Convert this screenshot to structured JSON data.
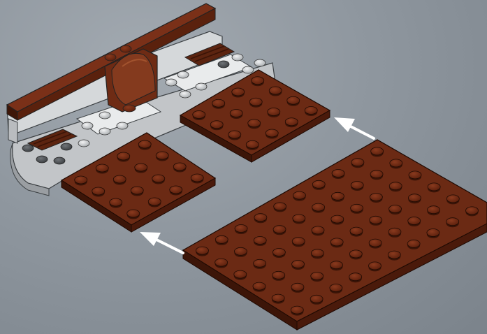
{
  "scene": {
    "kind": "building-instruction-step",
    "background_color": "#8f979f",
    "colors": {
      "brown_plate": "#6b2a14",
      "brown_plate_side": "#4a1a0b",
      "stud_top": "#7a321a",
      "light_gray": "#c9ccce",
      "white": "#e6e8ea",
      "dark_tile": "#5c2410",
      "arrow": "#ffffff"
    },
    "parts": [
      {
        "name": "wall-brick",
        "color": "dark-brown"
      },
      {
        "name": "arch-element",
        "color": "brown"
      },
      {
        "name": "base-assembly",
        "color": "light-gray"
      },
      {
        "name": "plate-left-4x4",
        "color": "brown"
      },
      {
        "name": "plate-right-4x4",
        "color": "brown"
      },
      {
        "name": "plate-large-6x10",
        "color": "brown"
      }
    ],
    "arrows": [
      {
        "name": "arrow-to-left-plate",
        "icon": "arrow-up-left"
      },
      {
        "name": "arrow-to-right-plate",
        "icon": "arrow-up-left"
      }
    ]
  }
}
